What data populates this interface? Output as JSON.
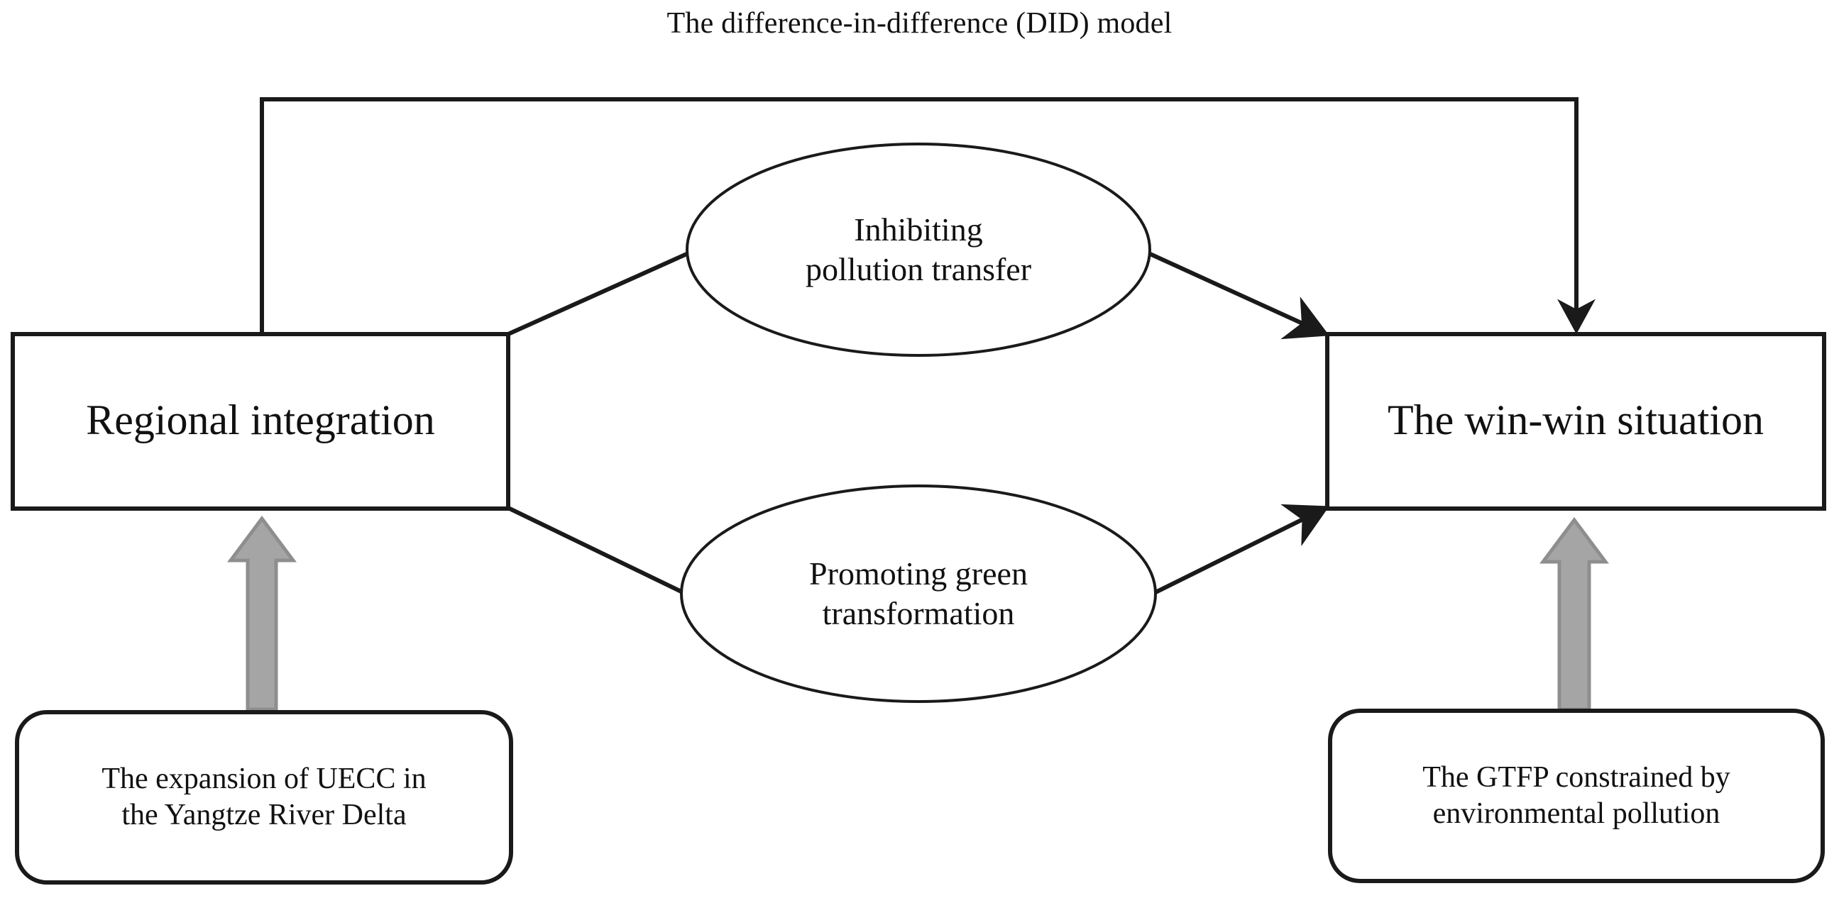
{
  "diagram": {
    "title": "The difference-in-difference (DID) model",
    "nodes": {
      "regional_integration": "Regional integration",
      "win_win_situation": "The win-win situation",
      "inhibiting_pollution_transfer": "Inhibiting\npollution transfer",
      "promoting_green_transformation": "Promoting green\ntransformation",
      "uecc_expansion": "The expansion of UECC in\nthe Yangtze River Delta",
      "gtfp_constrained": "The GTFP constrained by\nenvironmental pollution"
    },
    "colors": {
      "stroke": "#1a1a1a",
      "background": "#ffffff",
      "gray_arrow_fill": "#a5a5a5",
      "gray_arrow_stroke": "#8e8e8e",
      "text": "#111111"
    },
    "connectors": {
      "feedback_loop": "win-win-situation-to-regional-integration",
      "upper_path": "regional-integration-to-inhibiting-to-win-win",
      "lower_path": "regional-integration-to-promoting-to-win-win",
      "left_input": "uecc-expansion-to-regional-integration",
      "right_input": "gtfp-constrained-to-win-win-situation"
    }
  }
}
